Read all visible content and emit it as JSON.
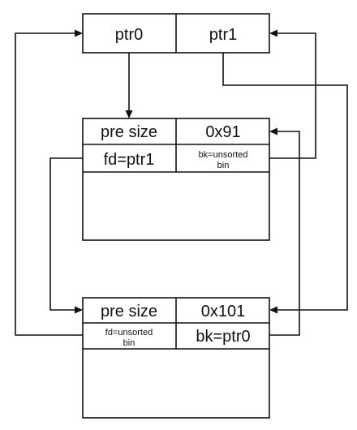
{
  "pointer_array": {
    "cell0": "ptr0",
    "cell1": "ptr1"
  },
  "chunk_a": {
    "prev_size": "pre size",
    "size": "0x91",
    "fd": "fd=ptr1",
    "bk_line1": "bk=unsorted",
    "bk_line2": "bin"
  },
  "chunk_b": {
    "prev_size": "pre size",
    "size": "0x101",
    "fd_line1": "fd=unsorted",
    "fd_line2": "bin",
    "bk": "bk=ptr0"
  },
  "colors": {
    "stroke": "#111111",
    "background": "#ffffff"
  }
}
